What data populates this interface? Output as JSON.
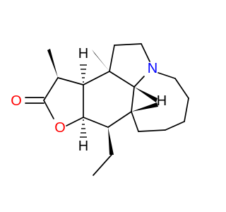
{
  "molecule": {
    "atoms": [
      {
        "id": "o_carbonyl",
        "symbol": "O",
        "color": "#ff0000"
      },
      {
        "id": "o_ring",
        "symbol": "O",
        "color": "#ff0000"
      },
      {
        "id": "n",
        "symbol": "N",
        "color": "#0000ff"
      },
      {
        "id": "h_top",
        "symbol": "H",
        "color": "#000000"
      },
      {
        "id": "h_right",
        "symbol": "H",
        "color": "#000000"
      },
      {
        "id": "h_bottom",
        "symbol": "H",
        "color": "#000000"
      }
    ],
    "colors": {
      "bond": "#000000",
      "oxygen": "#ff0000",
      "nitrogen": "#0000ff",
      "hydrogen": "#000000"
    }
  }
}
